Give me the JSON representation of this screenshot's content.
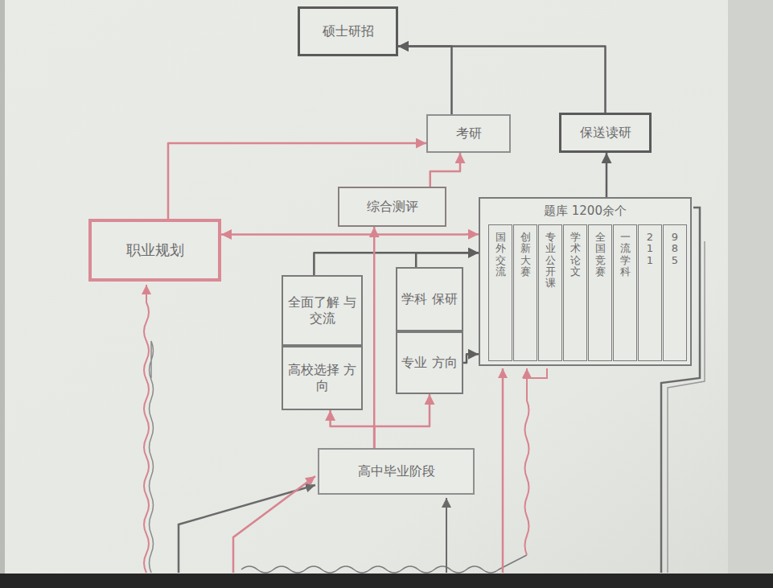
{
  "diagram": {
    "nodes": [
      {
        "text": [
          "硕士研招"
        ]
      },
      {
        "text": [
          "考研"
        ]
      },
      {
        "text": [
          "保送读研"
        ]
      },
      {
        "text": [
          "职业规划"
        ]
      },
      {
        "text": [
          "综合测评"
        ]
      },
      {
        "text": [
          "题库 1200余个"
        ]
      },
      {
        "text": [
          "国外交流"
        ],
        "in": 5
      },
      {
        "text": [
          "创新大赛"
        ],
        "in": 5
      },
      {
        "text": [
          "专业公开课"
        ],
        "in": 5
      },
      {
        "text": [
          "学术论文"
        ],
        "in": 5
      },
      {
        "text": [
          "全国竞赛"
        ],
        "in": 5
      },
      {
        "text": [
          "一流学科"
        ],
        "in": 5
      },
      {
        "text": [
          "211"
        ],
        "in": 5
      },
      {
        "text": [
          "985"
        ],
        "in": 5
      },
      {
        "text": [
          "全面了解 与交流"
        ]
      },
      {
        "text": [
          "高校选择 方向"
        ]
      },
      {
        "text": [
          "学科 保研"
        ]
      },
      {
        "text": [
          "专业 方向"
        ]
      },
      {
        "text": [
          "高中毕业阶段"
        ]
      }
    ],
    "edges": [
      {
        "from": 1,
        "to": 0,
        "arrow": "to"
      },
      {
        "from": 2,
        "to": 0,
        "arrow": "to"
      },
      {
        "from": 5,
        "to": 2,
        "arrow": "to"
      },
      {
        "from": 3,
        "to": 1,
        "arrow": "to"
      },
      {
        "from": 4,
        "to": 1,
        "arrow": "to"
      },
      {
        "from": 3,
        "to": 5,
        "arrow": "both"
      },
      {
        "from": 14,
        "to": 5,
        "arrow": "to"
      },
      {
        "from": 16,
        "to": 5,
        "arrow": "to"
      },
      {
        "from": 17,
        "to": 5,
        "arrow": "to"
      },
      {
        "from": 18,
        "to": 4,
        "arrow": "to"
      },
      {
        "from": 18,
        "to": 15,
        "arrow": "to"
      },
      {
        "from": 18,
        "to": 17,
        "arrow": "to"
      }
    ]
  }
}
